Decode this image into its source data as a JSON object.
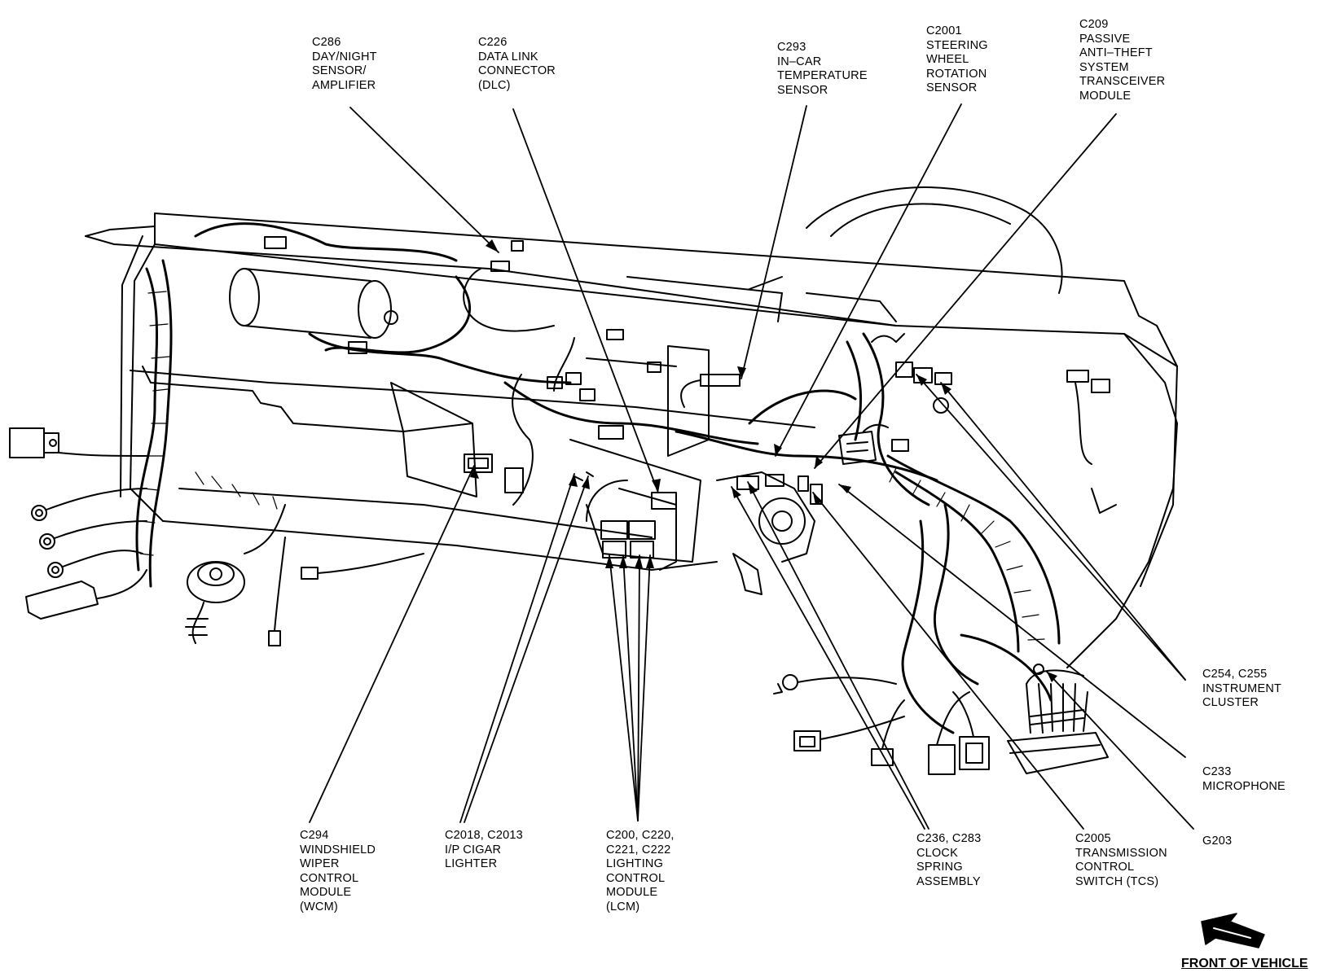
{
  "callouts": [
    {
      "id": "c286",
      "lines": [
        "C286",
        "DAY/NIGHT",
        "SENSOR/",
        "AMPLIFIER"
      ]
    },
    {
      "id": "c226",
      "lines": [
        "C226",
        "DATA LINK",
        "CONNECTOR",
        "(DLC)"
      ]
    },
    {
      "id": "c293",
      "lines": [
        "C293",
        "IN–CAR",
        "TEMPERATURE",
        "SENSOR"
      ]
    },
    {
      "id": "c2001",
      "lines": [
        "C2001",
        "STEERING",
        "WHEEL",
        "ROTATION",
        "SENSOR"
      ]
    },
    {
      "id": "c209",
      "lines": [
        "C209",
        "PASSIVE",
        "ANTI–THEFT",
        "SYSTEM",
        "TRANSCEIVER",
        "MODULE"
      ]
    },
    {
      "id": "c254",
      "lines": [
        "C254, C255",
        "INSTRUMENT",
        "CLUSTER"
      ]
    },
    {
      "id": "c233",
      "lines": [
        "C233",
        "MICROPHONE"
      ]
    },
    {
      "id": "g203",
      "lines": [
        "G203"
      ]
    },
    {
      "id": "c294",
      "lines": [
        "C294",
        "WINDSHIELD",
        "WIPER",
        "CONTROL",
        "MODULE",
        "(WCM)"
      ]
    },
    {
      "id": "c2018",
      "lines": [
        "C2018, C2013",
        "I/P CIGAR",
        "LIGHTER"
      ]
    },
    {
      "id": "c200",
      "lines": [
        "C200, C220,",
        "C221, C222",
        "LIGHTING",
        "CONTROL",
        "MODULE",
        "(LCM)"
      ]
    },
    {
      "id": "c236",
      "lines": [
        "C236, C283",
        "CLOCK",
        "SPRING",
        "ASSEMBLY"
      ]
    },
    {
      "id": "c2005",
      "lines": [
        "C2005",
        "TRANSMISSION",
        "CONTROL",
        "SWITCH (TCS)"
      ]
    }
  ],
  "front_label": "FRONT OF VEHICLE",
  "colors": {
    "ink": "#000000",
    "paper": "#ffffff"
  }
}
